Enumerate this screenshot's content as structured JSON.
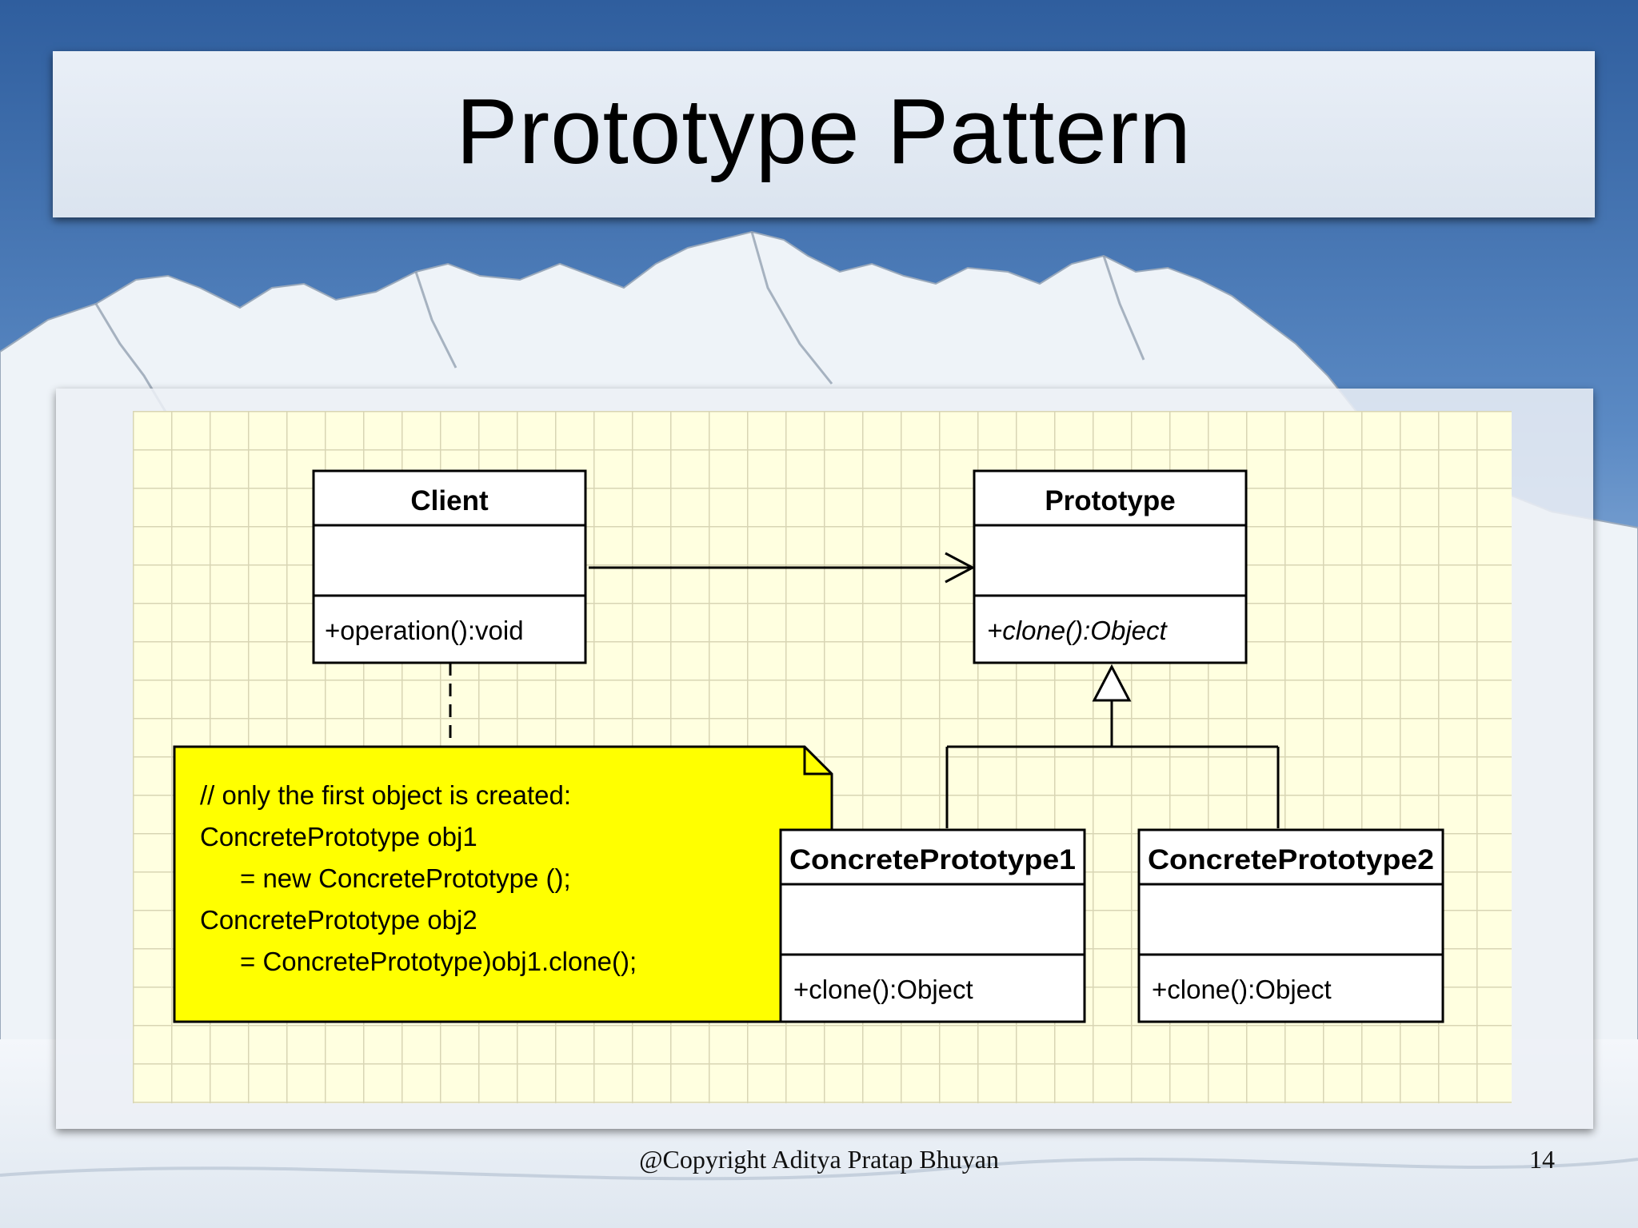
{
  "slide": {
    "title": "Prototype Pattern",
    "footer": "@Copyright Aditya Pratap Bhuyan",
    "page_number": "14"
  },
  "diagram": {
    "client": {
      "name": "Client",
      "operation": "+operation():void"
    },
    "prototype": {
      "name": "Prototype",
      "operation": "+clone():Object"
    },
    "concrete1": {
      "name": "ConcretePrototype1",
      "operation": "+clone():Object"
    },
    "concrete2": {
      "name": "ConcretePrototype2",
      "operation": "+clone():Object"
    },
    "note": {
      "lines": [
        "// only the first object is created:",
        "ConcretePrototype obj1",
        "= new ConcretePrototype ();",
        "ConcretePrototype obj2",
        "= ConcretePrototype)obj1.clone();"
      ]
    }
  }
}
